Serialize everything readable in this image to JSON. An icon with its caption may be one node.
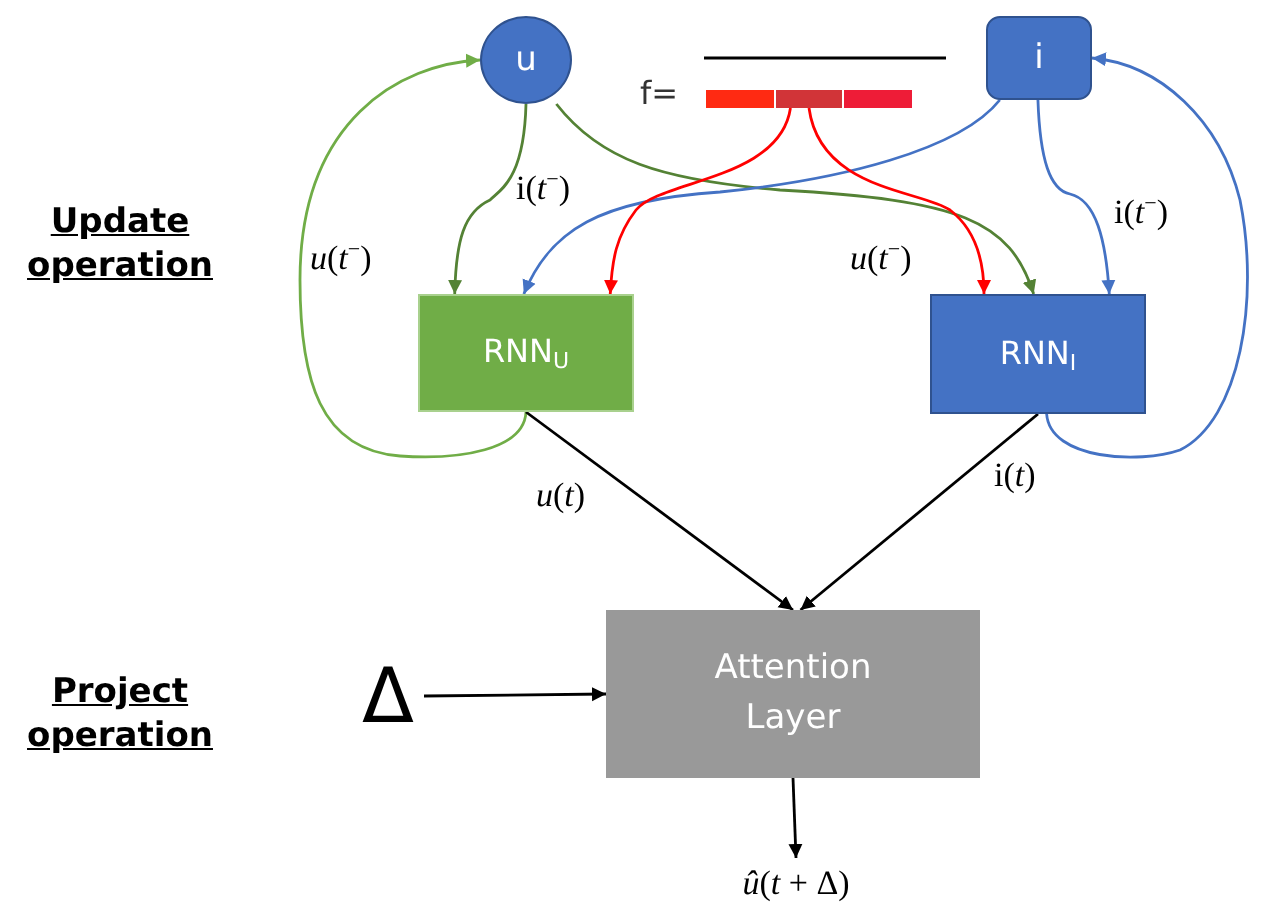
{
  "diagram": {
    "nodes": [
      {
        "text": [
          "u"
        ]
      },
      {
        "text": [
          "i"
        ]
      },
      {
        "text": [],
        "shape": "bar",
        "beside": [
          "f="
        ]
      },
      {
        "text": [
          "RNN$_{U}$"
        ]
      },
      {
        "text": [
          "RNN$_{I}$"
        ]
      },
      {
        "text": [
          "Δ"
        ]
      },
      {
        "text": [
          "Attention Layer"
        ]
      },
      {
        "text": [
          "*û*(*t* + Δ)"
        ]
      }
    ],
    "edges": [
      {
        "from": 0,
        "to": 3,
        "arrow": "to",
        "color": "#548235"
      },
      {
        "from": 0,
        "to": 4,
        "arrow": "to",
        "color": "#548235"
      },
      {
        "from": 1,
        "to": 3,
        "arrow": "to",
        "color": "#4472c4"
      },
      {
        "from": 1,
        "to": 4,
        "arrow": "to",
        "color": "#4472c4"
      },
      {
        "from": 2,
        "to": 3,
        "arrow": "to",
        "color": "#ff0000"
      },
      {
        "from": 2,
        "to": 4,
        "arrow": "to",
        "color": "#ff0000"
      },
      {
        "from": 3,
        "to": 0,
        "arrow": "to",
        "color": "#70ad47"
      },
      {
        "from": 4,
        "to": 1,
        "arrow": "to",
        "color": "#4472c4"
      },
      {
        "from": 3,
        "to": 6,
        "arrow": "to",
        "label": "*u*(*t*)"
      },
      {
        "from": 4,
        "to": 6,
        "arrow": "to",
        "label": "i(*t*)"
      },
      {
        "from": 5,
        "to": 6,
        "arrow": "to"
      },
      {
        "from": 6,
        "to": 7,
        "arrow": "to"
      }
    ],
    "labels": [
      "Update operation",
      "i(*t*$^{−}$)",
      "*u*(*t*$^{−}$)",
      "*u*(*t*$^{−}$)",
      "i(*t*$^{−}$)",
      "Project operation"
    ]
  }
}
